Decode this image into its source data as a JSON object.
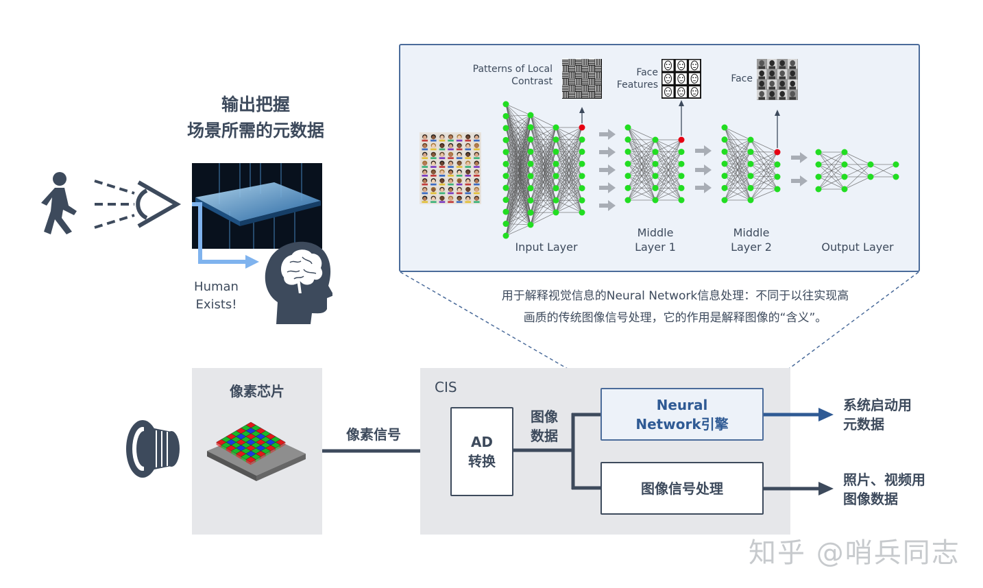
{
  "heading": {
    "line1": "输出把握",
    "line2": "场景所需的元数据"
  },
  "human_exists": {
    "line1": "Human",
    "line2": "Exists!"
  },
  "nn_panel": {
    "labels": {
      "patterns": {
        "line1": "Patterns of Local",
        "line2": "Contrast"
      },
      "face_features": {
        "line1": "Face",
        "line2": "Features"
      },
      "face": "Face",
      "input_layer": "Input Layer",
      "middle1": {
        "line1": "Middle",
        "line2": "Layer 1"
      },
      "middle2": {
        "line1": "Middle",
        "line2": "Layer 2"
      },
      "output_layer": "Output Layer"
    },
    "colors": {
      "node": "#22dd22",
      "active_node": "#e60012",
      "edge": "#555555",
      "arrow": "#a8adb5"
    }
  },
  "caption": {
    "line1": "用于解释视觉信息的Neural Network信息处理：不同于以往实现高",
    "line2": "画质的传统图像信号处理，它的作用是解释图像的“含义”。"
  },
  "pixel_chip": {
    "label": "像素芯片"
  },
  "pixel_signal": "像素信号",
  "cis": {
    "label": "CIS",
    "ad": {
      "line1": "AD",
      "line2": "转换"
    },
    "image_data": {
      "line1": "图像",
      "line2": "数据"
    },
    "nn_engine": {
      "line1": "Neural",
      "line2": "Network引擎"
    },
    "isp": "图像信号处理"
  },
  "outputs": {
    "metadata": {
      "line1": "系统启动用",
      "line2": "元数据"
    },
    "photo": {
      "line1": "照片、视频用",
      "line2": "图像数据"
    }
  },
  "watermark": "知乎 @哨兵同志",
  "colors": {
    "text": "#3d4a5c",
    "accent_blue": "#2f5a94",
    "gray_box": "#e6e7ea",
    "panel_bg": "#edf2f9"
  }
}
